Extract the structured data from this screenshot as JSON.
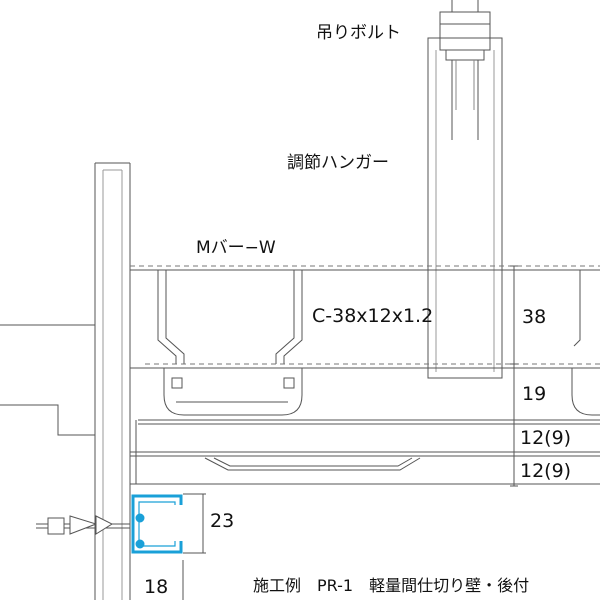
{
  "labels": {
    "hanger_bolt": "吊りボルト",
    "adjust_hanger": "調節ハンガー",
    "m_bar": "Mバー−W",
    "c_channel": "C-38x12x1.2",
    "dim_38": "38",
    "dim_19": "19",
    "dim_12_9_a": "12(9)",
    "dim_12_9_b": "12(9)",
    "dim_23": "23",
    "dim_18": "18",
    "caption": "施工例　PR-1　軽量間仕切り壁・後付"
  },
  "colors": {
    "line": "#555555",
    "dash": "#777777",
    "accent": "#1aa0d8"
  }
}
